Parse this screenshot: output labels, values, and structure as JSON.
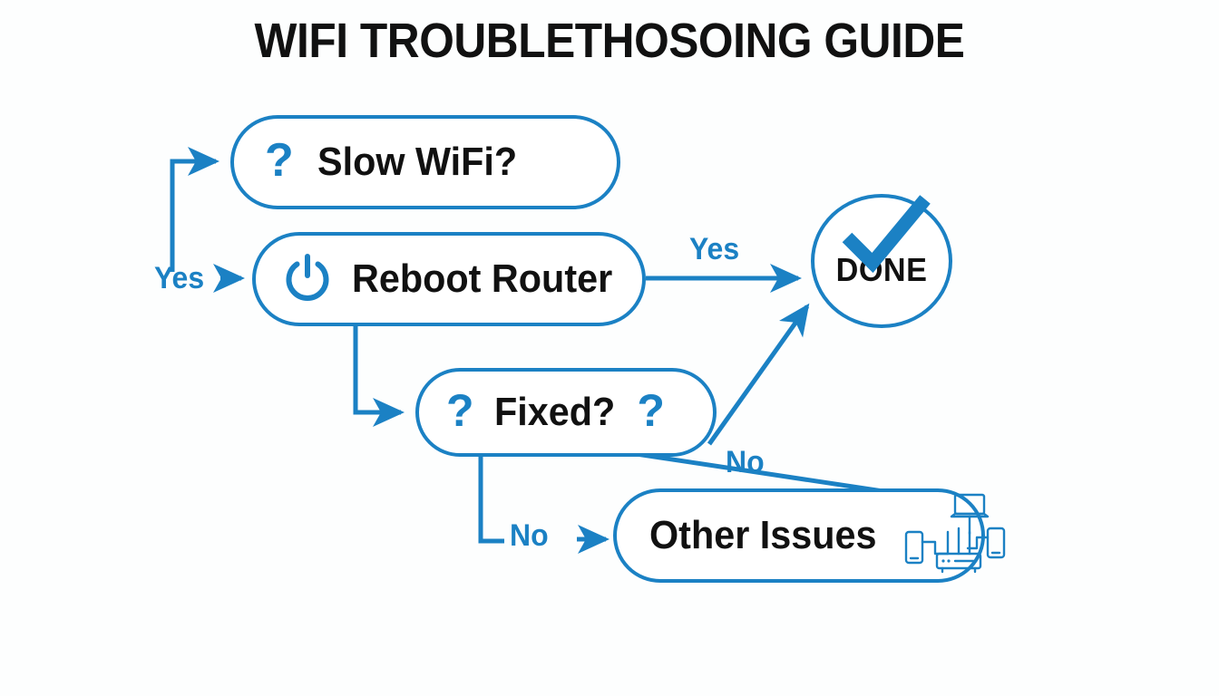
{
  "title": "WIFI TROUBLETHOSOING GUIDE",
  "theme": {
    "accent": "#1b81c4",
    "text": "#111111",
    "background": "#fdfefe"
  },
  "nodes": [
    {
      "id": "slow-wifi",
      "label": "Slow WiFi?",
      "shape": "rounded-pill",
      "icon_left": "question-mark-icon",
      "icon_left_glyph": "?"
    },
    {
      "id": "reboot-router",
      "label": "Reboot Router",
      "shape": "rounded-pill",
      "icon_left": "power-icon"
    },
    {
      "id": "fixed",
      "label": "Fixed?",
      "shape": "rounded-pill",
      "icon_left": "question-mark-icon",
      "icon_left_glyph": "?",
      "icon_right": "question-mark-icon",
      "icon_right_glyph": "?"
    },
    {
      "id": "other-issues",
      "label": "Other Issues",
      "shape": "rounded-pill",
      "icon_right": "network-devices-icon"
    },
    {
      "id": "done",
      "label": "DONE",
      "shape": "circle",
      "icon_top": "checkmark-icon"
    }
  ],
  "edges": [
    {
      "id": "edge-yes-to-reboot",
      "label": "Yes",
      "from": "entry",
      "to": "reboot-router",
      "arrow_glyph": "→"
    },
    {
      "id": "edge-entry-to-slow-wifi",
      "label": "",
      "from": "entry",
      "to": "slow-wifi"
    },
    {
      "id": "edge-reboot-yes-to-done",
      "label": "Yes",
      "from": "reboot-router",
      "to": "done"
    },
    {
      "id": "edge-reboot-to-fixed",
      "label": "",
      "from": "reboot-router",
      "to": "fixed"
    },
    {
      "id": "edge-fixed-to-done",
      "label": "",
      "from": "fixed",
      "to": "done"
    },
    {
      "id": "edge-fixed-no-to-other",
      "label": "No",
      "from": "fixed",
      "to": "other-issues"
    },
    {
      "id": "edge-fixed-no-down-other",
      "label": "No",
      "from": "fixed",
      "to": "other-issues",
      "arrow_glyph": "→"
    }
  ],
  "labels": {
    "yes_left": "Yes",
    "yes_top": "Yes",
    "no_right": "No",
    "no_bottom": "No",
    "arrow_glyph": "→"
  }
}
